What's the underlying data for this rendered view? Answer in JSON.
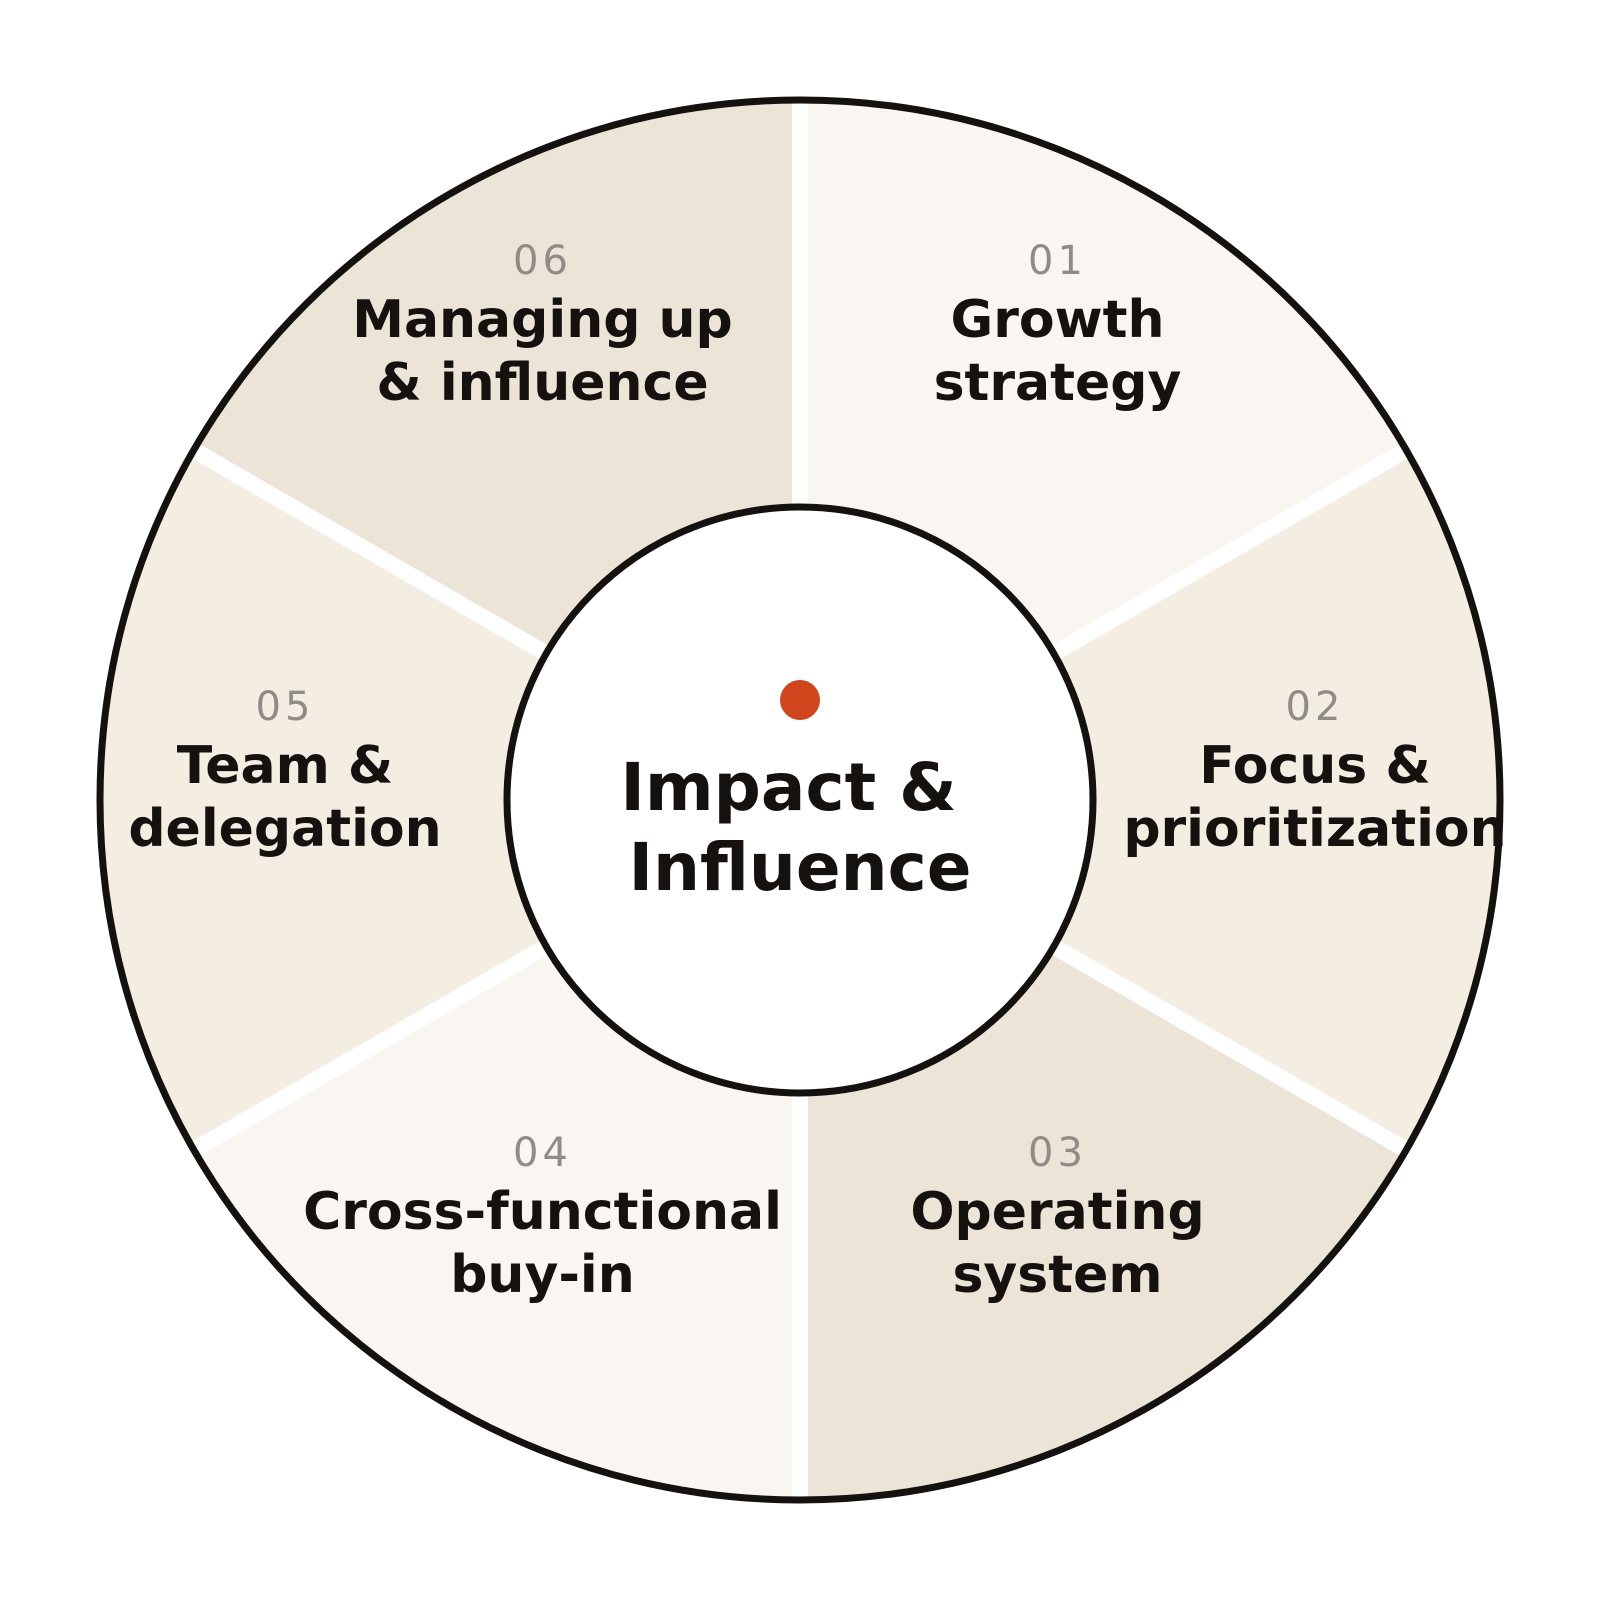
{
  "diagram": {
    "center": {
      "lines": [
        "Impact &",
        "Influence"
      ],
      "dot_color": "#d0451b"
    },
    "colors": {
      "outline": "#15110e",
      "separator": "#ffffff",
      "fill_light": "#f9f6f1",
      "fill_mid": "#f3ede2",
      "fill_dark": "#ebe4d7",
      "number": "#8f8c87",
      "text": "#15110e"
    },
    "segments": [
      {
        "number": "01",
        "lines": [
          "Growth",
          "strategy"
        ],
        "shade": "light"
      },
      {
        "number": "02",
        "lines": [
          "Focus &",
          "prioritization"
        ],
        "shade": "mid"
      },
      {
        "number": "03",
        "lines": [
          "Operating",
          "system"
        ],
        "shade": "dark"
      },
      {
        "number": "04",
        "lines": [
          "Cross-functional",
          "buy-in"
        ],
        "shade": "light"
      },
      {
        "number": "05",
        "lines": [
          "Team &",
          "delegation"
        ],
        "shade": "mid"
      },
      {
        "number": "06",
        "lines": [
          "Managing up",
          "& influence"
        ],
        "shade": "dark"
      }
    ]
  }
}
